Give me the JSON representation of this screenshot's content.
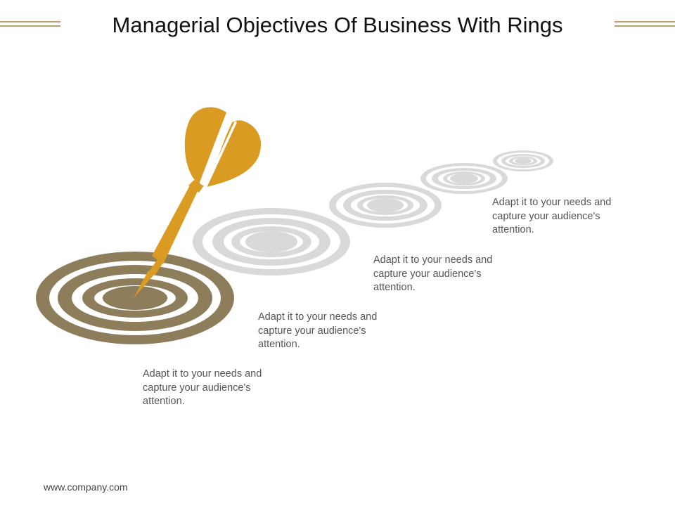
{
  "title": "Managerial Objectives Of Business With Rings",
  "captions": [
    "Adapt it to your needs and capture your audience's attention.",
    "Adapt it to your needs and capture your audience's attention.",
    "Adapt it to your needs and capture your audience's attention.",
    "Adapt it to your needs and capture your audience's attention."
  ],
  "footer": "www.company.com",
  "colors": {
    "target_ring": "#8d7d5a",
    "grey_ring": "#d9d9d9",
    "dart": "#d99b22",
    "decor_line": "#b8a06a",
    "text": "#555555"
  },
  "icons": [
    "dart-icon",
    "target-icon",
    "ring-icon"
  ]
}
